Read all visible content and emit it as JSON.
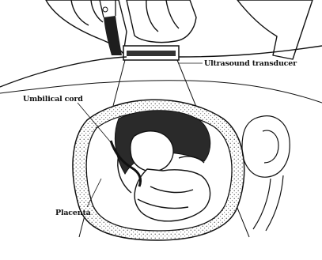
{
  "labels": {
    "ultrasound_transducer": "Ultrasound transducer",
    "umbilical_cord": "Umbilical cord",
    "placenta": "Placenta"
  },
  "colors": {
    "ink": "#111111",
    "dark_fill": "#2a2a2a",
    "stipple": "#8a8a8a",
    "background": "#ffffff"
  }
}
